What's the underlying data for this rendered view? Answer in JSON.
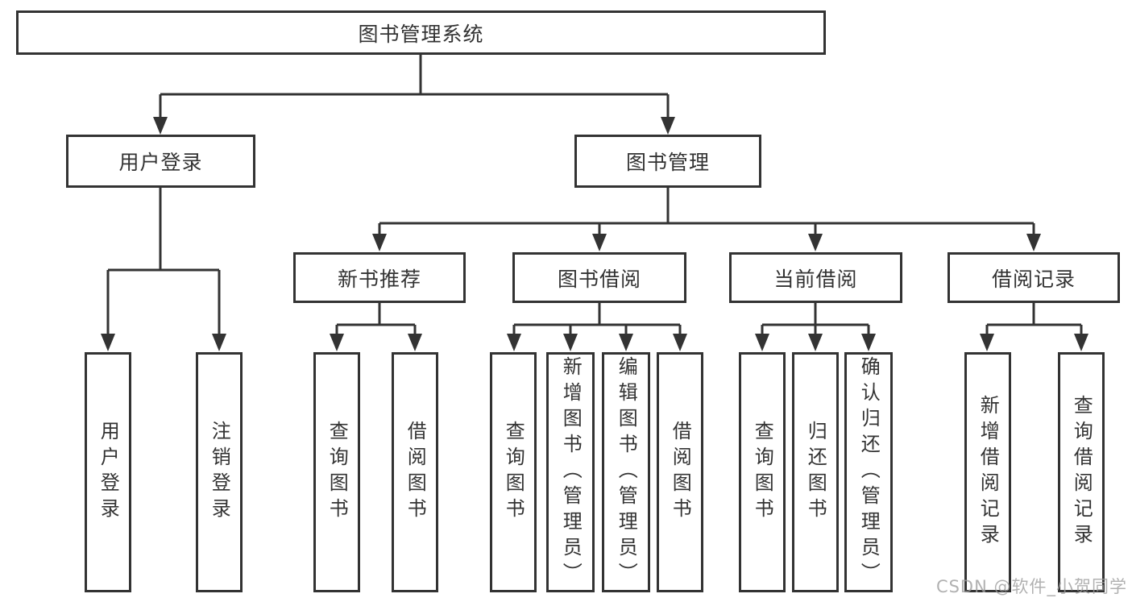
{
  "diagram_type": "tree",
  "colors": {
    "line": "#333333",
    "box_background": "#ffffff",
    "text": "#333333",
    "watermark": "#9e9e9e"
  },
  "tree": {
    "label": "图书管理系统",
    "children": [
      {
        "label": "用户登录",
        "children": [
          {
            "label": "用户登录"
          },
          {
            "label": "注销登录"
          }
        ]
      },
      {
        "label": "图书管理",
        "children": [
          {
            "label": "新书推荐",
            "children": [
              {
                "label": "查询图书"
              },
              {
                "label": "借阅图书"
              }
            ]
          },
          {
            "label": "图书借阅",
            "children": [
              {
                "label": "查询图书"
              },
              {
                "label": "新增图书（管理员）"
              },
              {
                "label": "编辑图书（管理员）"
              },
              {
                "label": "借阅图书"
              }
            ]
          },
          {
            "label": "当前借阅",
            "children": [
              {
                "label": "查询图书"
              },
              {
                "label": "归还图书"
              },
              {
                "label": "确认归还（管理员）"
              }
            ]
          },
          {
            "label": "借阅记录",
            "children": [
              {
                "label": "新增借阅记录"
              },
              {
                "label": "查询借阅记录"
              }
            ]
          }
        ]
      }
    ]
  },
  "watermark": {
    "text": "CSDN @软件_小贺同学"
  }
}
